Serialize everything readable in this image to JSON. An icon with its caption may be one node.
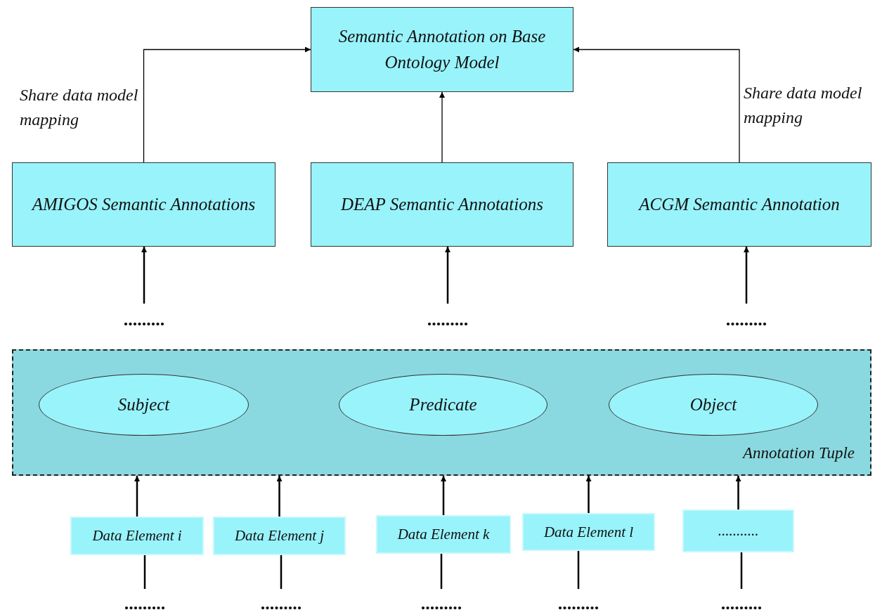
{
  "diagram": {
    "nodes": [
      {
        "text": [
          "Semantic Annotation on Base Ontology Model"
        ]
      },
      {
        "text": [
          "AMIGOS Semantic Annotations"
        ]
      },
      {
        "text": [
          "DEAP Semantic Annotations"
        ]
      },
      {
        "text": [
          "ACGM Semantic Annotation"
        ]
      },
      {
        "text": [
          "........."
        ]
      },
      {
        "text": [
          "........."
        ]
      },
      {
        "text": [
          "........."
        ]
      },
      {
        "text": [
          "Annotation Tuple"
        ]
      },
      {
        "text": [
          "Subject"
        ],
        "in": 7
      },
      {
        "text": [
          "Predicate"
        ],
        "in": 7
      },
      {
        "text": [
          "Object"
        ],
        "in": 7
      },
      {
        "text": [
          "Data Element i"
        ]
      },
      {
        "text": [
          "Data Element j"
        ]
      },
      {
        "text": [
          "Data Element k"
        ]
      },
      {
        "text": [
          "Data Element l"
        ]
      },
      {
        "text": [
          "..........."
        ]
      },
      {
        "text": [
          "........."
        ]
      },
      {
        "text": [
          "........."
        ]
      },
      {
        "text": [
          "........."
        ]
      },
      {
        "text": [
          "........."
        ]
      },
      {
        "text": [
          "........."
        ]
      }
    ],
    "edges": [
      {
        "from": 1,
        "to": 0,
        "arrow": "to",
        "label": "Share data model mapping"
      },
      {
        "from": 2,
        "to": 0,
        "arrow": "to"
      },
      {
        "from": 3,
        "to": 0,
        "arrow": "to",
        "label": "Share data model mapping"
      },
      {
        "from": 4,
        "to": 1,
        "arrow": "to"
      },
      {
        "from": 5,
        "to": 2,
        "arrow": "to"
      },
      {
        "from": 6,
        "to": 3,
        "arrow": "to"
      },
      {
        "from": 11,
        "to": 7,
        "arrow": "to"
      },
      {
        "from": 12,
        "to": 7,
        "arrow": "to"
      },
      {
        "from": 13,
        "to": 7,
        "arrow": "to"
      },
      {
        "from": 14,
        "to": 7,
        "arrow": "to"
      },
      {
        "from": 15,
        "to": 7,
        "arrow": "to"
      },
      {
        "from": 16,
        "to": 11,
        "arrow": "none"
      },
      {
        "from": 17,
        "to": 12,
        "arrow": "none"
      },
      {
        "from": 18,
        "to": 13,
        "arrow": "none"
      },
      {
        "from": 19,
        "to": 14,
        "arrow": "none"
      },
      {
        "from": 20,
        "to": 15,
        "arrow": "none"
      }
    ]
  }
}
